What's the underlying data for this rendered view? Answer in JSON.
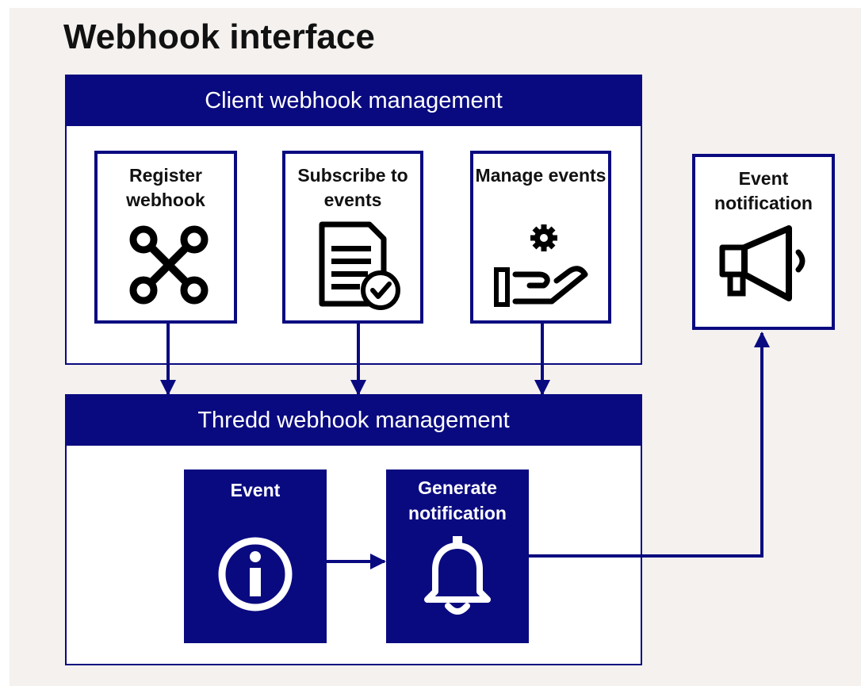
{
  "title": "Webhook interface",
  "client_group": {
    "header": "Client webhook management",
    "cards": [
      {
        "label": "Register webhook",
        "icon": "network-nodes-icon"
      },
      {
        "label": "Subscribe to events",
        "icon": "document-check-icon"
      },
      {
        "label": "Manage events",
        "icon": "hand-gear-icon"
      }
    ]
  },
  "thredd_group": {
    "header": "Thredd webhook management",
    "cards": [
      {
        "label": "Event",
        "icon": "info-icon"
      },
      {
        "label": "Generate notification",
        "icon": "bell-icon"
      }
    ]
  },
  "notification_card": {
    "label": "Event notification",
    "icon": "megaphone-icon"
  },
  "colors": {
    "primary": "#0a0a80",
    "background": "#f4f1ef",
    "text": "#111111"
  }
}
